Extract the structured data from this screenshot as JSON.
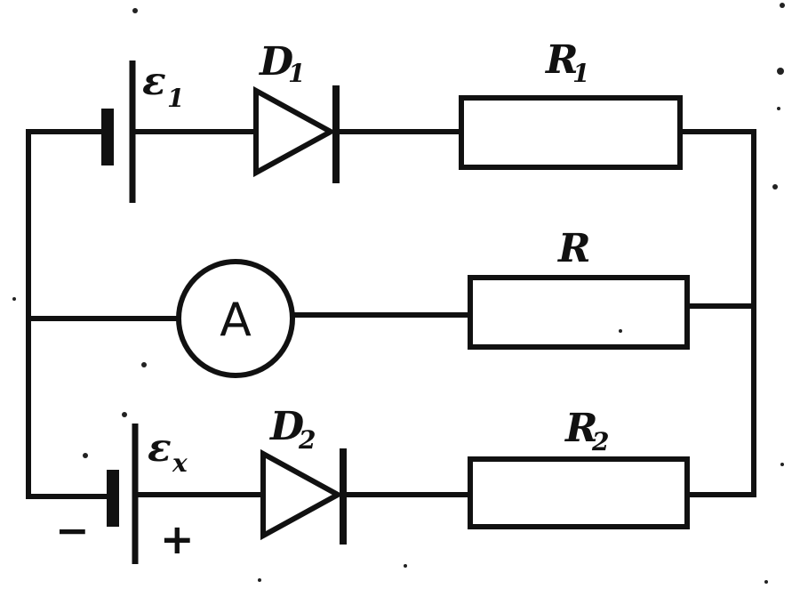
{
  "components": {
    "emf1": {
      "symbol": "ε",
      "subscript": "1"
    },
    "emfx": {
      "symbol": "ε",
      "subscript": "x"
    },
    "diode1": {
      "symbol": "D",
      "subscript": "1"
    },
    "diode2": {
      "symbol": "D",
      "subscript": "2"
    },
    "resistor1": {
      "symbol": "R",
      "subscript": "1"
    },
    "resistor": {
      "symbol": "R",
      "subscript": ""
    },
    "resistor2": {
      "symbol": "R",
      "subscript": "2"
    },
    "ammeter": {
      "label": "A"
    }
  },
  "polarity": {
    "minus": "−",
    "plus": "+"
  }
}
